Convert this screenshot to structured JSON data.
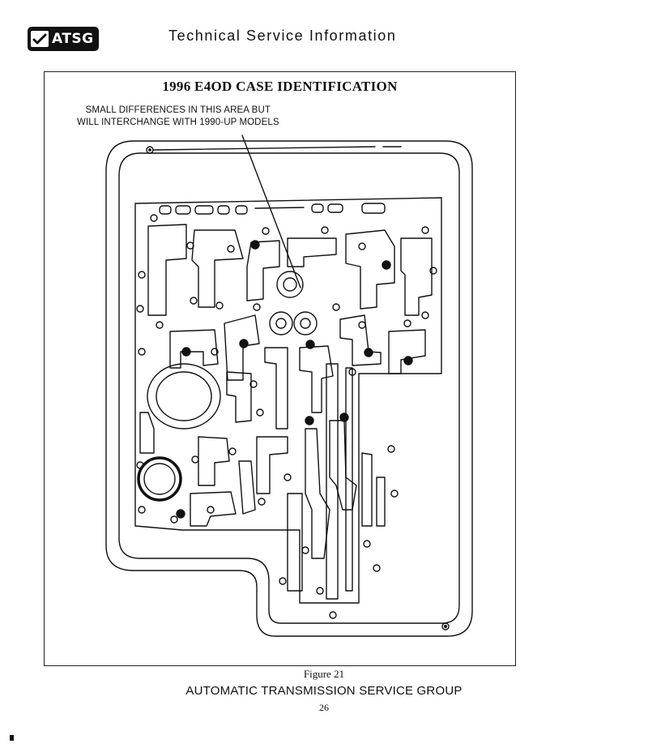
{
  "header": {
    "logo_text": "ATSG",
    "logo_icon": "checkmark-badge-icon",
    "title": "Technical Service Information"
  },
  "figure": {
    "title": "1996 E4OD CASE IDENTIFICATION",
    "callout_line1": "SMALL DIFFERENCES IN THIS AREA BUT",
    "callout_line2": "WILL INTERCHANGE WITH 1990-UP MODELS",
    "caption": "Figure 21"
  },
  "footer": {
    "organization": "AUTOMATIC TRANSMISSION SERVICE GROUP",
    "page_number": "26"
  }
}
